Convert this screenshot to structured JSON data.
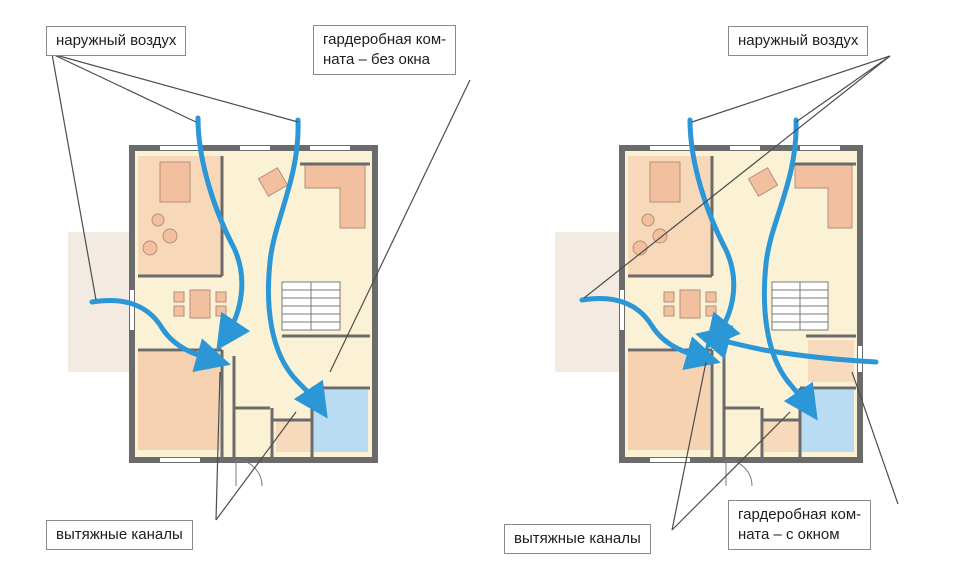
{
  "plans": [
    {
      "labels": {
        "outdoor_air": "наружный воздух",
        "wardrobe_line1": "гардеробная ком-",
        "wardrobe_line2": "ната – без окна",
        "exhaust": "вытяжные каналы"
      }
    },
    {
      "labels": {
        "outdoor_air": "наружный воздух",
        "wardrobe_line1": "гардеробная ком-",
        "wardrobe_line2": "ната – с окном",
        "exhaust": "вытяжные каналы"
      }
    }
  ],
  "colors": {
    "wall": "#6b6b6b",
    "floor": "#fbf2d6",
    "room_accent": "#f5c9a8",
    "bathroom": "#b9dcf2",
    "terrace": "#f3ebe2",
    "air_flow": "#2b97d6",
    "leader_line": "#4d4d4d"
  }
}
